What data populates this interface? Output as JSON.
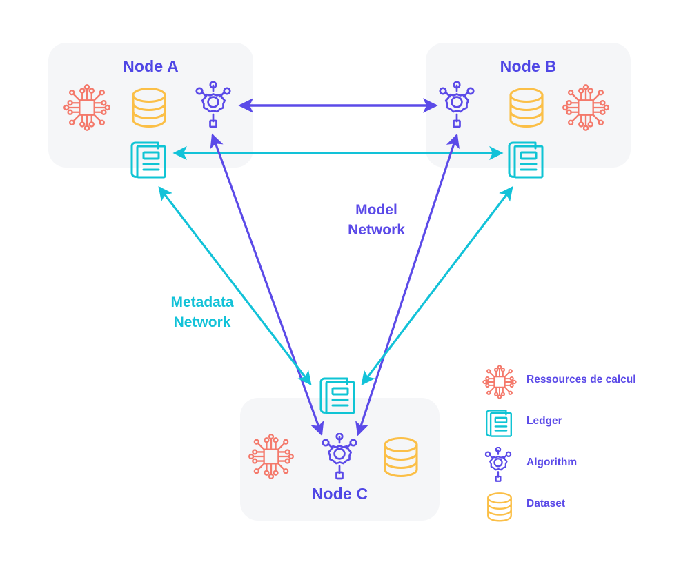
{
  "diagram": {
    "title": "Ocean Protocol node network diagram",
    "colors": {
      "node_box_bg": "#f5f6f8",
      "node_title": "#4f46e5",
      "model_network": "#5b4ae8",
      "metadata_network": "#12c2d8",
      "compute": "#f4796b",
      "ledger": "#0fc4d4",
      "algorithm": "#5b4ae8",
      "dataset": "#fbbf47",
      "background": "#ffffff"
    }
  },
  "nodes": [
    {
      "id": "node-a",
      "label": "Node A",
      "icons": [
        "compute-icon",
        "dataset-icon",
        "algorithm-icon",
        "ledger-icon"
      ]
    },
    {
      "id": "node-b",
      "label": "Node B",
      "icons": [
        "algorithm-icon",
        "dataset-icon",
        "compute-icon",
        "ledger-icon"
      ]
    },
    {
      "id": "node-c",
      "label": "Node C",
      "icons": [
        "compute-icon",
        "algorithm-icon",
        "dataset-icon",
        "ledger-icon"
      ]
    }
  ],
  "network_labels": [
    {
      "id": "model-network",
      "text": "Model\nNetwork",
      "color": "#5b4ae8"
    },
    {
      "id": "metadata-network",
      "text": "Metadata\nNetwork",
      "color": "#12c2d8"
    }
  ],
  "connections": [
    {
      "from": "node-a",
      "to": "node-b",
      "network": "model",
      "direction": "bidirectional"
    },
    {
      "from": "node-a",
      "to": "node-b",
      "network": "metadata",
      "direction": "bidirectional"
    },
    {
      "from": "node-a",
      "to": "node-c",
      "network": "model",
      "direction": "bidirectional"
    },
    {
      "from": "node-a",
      "to": "node-c",
      "network": "metadata",
      "direction": "bidirectional"
    },
    {
      "from": "node-b",
      "to": "node-c",
      "network": "model",
      "direction": "bidirectional"
    },
    {
      "from": "node-b",
      "to": "node-c",
      "network": "metadata",
      "direction": "bidirectional"
    }
  ],
  "legend": {
    "items": [
      {
        "icon": "compute-icon",
        "label": "Ressources de calcul",
        "color": "#f4796b"
      },
      {
        "icon": "ledger-icon",
        "label": "Ledger",
        "color": "#0fc4d4"
      },
      {
        "icon": "algorithm-icon",
        "label": "Algorithm",
        "color": "#5b4ae8"
      },
      {
        "icon": "dataset-icon",
        "label": "Dataset",
        "color": "#fbbf47"
      }
    ]
  }
}
